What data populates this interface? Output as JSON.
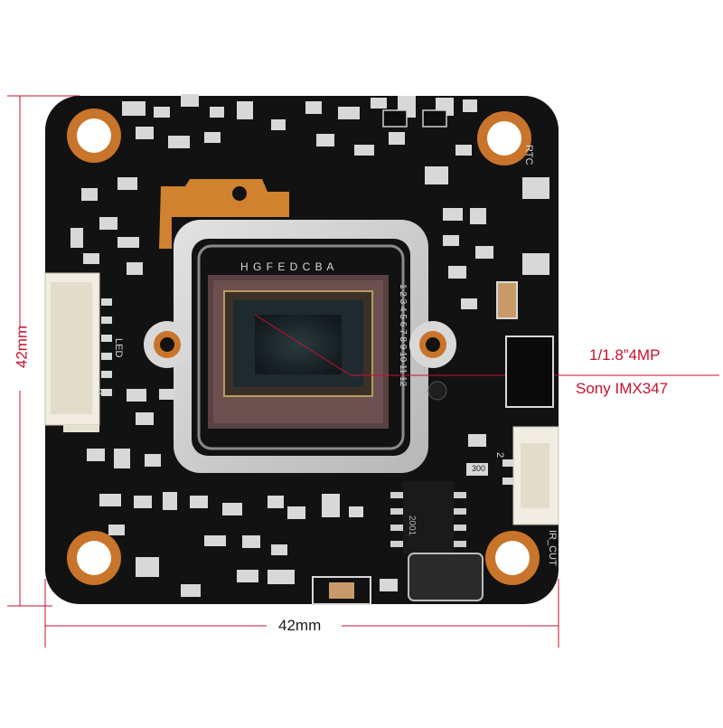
{
  "annotations": {
    "sensor_format": "1/1.8”4MP",
    "sensor_model": "Sony IMX347",
    "width_dimension": "42mm",
    "height_dimension": "42mm"
  },
  "silkscreen": {
    "rtc": "RTC",
    "led": "LED",
    "ircut": "IR_CUT",
    "row_letters": "H G F E D C B A",
    "col_numbers": "1 2 3 4 5 6 7 8 9 10 11 12",
    "left_connector_pin": "6",
    "right_connector_pins": "2",
    "chip_marking": "2001",
    "inductor_marking": "300"
  },
  "colors": {
    "board": "#121212",
    "pad_copper": "#c8742a",
    "annotation": "#c8102e",
    "sensor_die": "#1f2a2f"
  }
}
